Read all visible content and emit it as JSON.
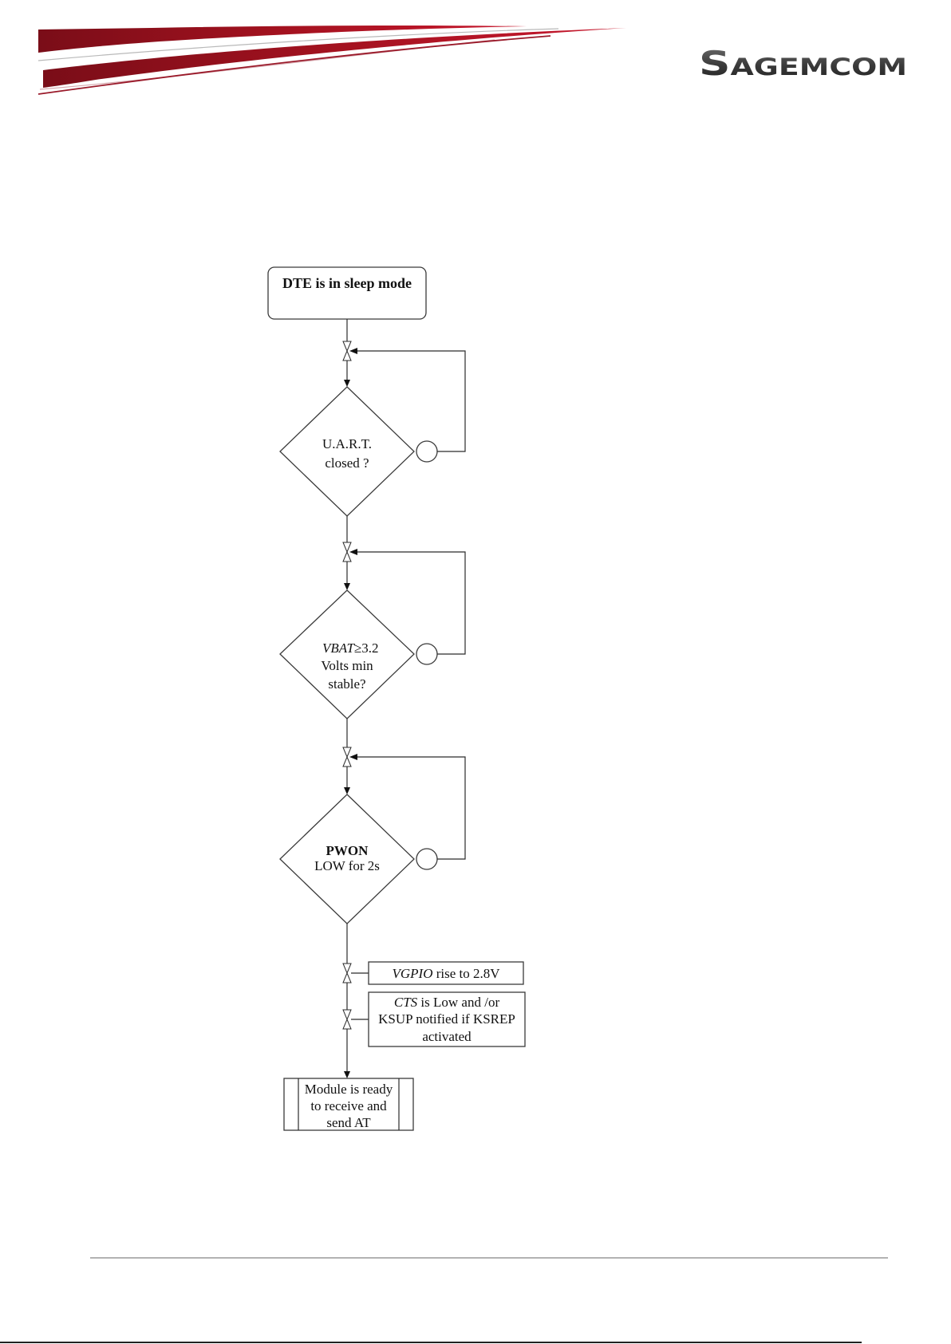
{
  "header": {
    "logo": "Sagemcom"
  },
  "flowchart": {
    "start": "DTE is in sleep mode",
    "decision_1": [
      "U.A.R.T.",
      "closed ?"
    ],
    "decision_2": {
      "line_1_italic": "VBAT",
      "line_1_rest": "≥3.2",
      "line_2": "Volts min",
      "line_3": "stable?"
    },
    "decision_3": {
      "line_1": "PWON",
      "line_2": "LOW for 2s"
    },
    "step_vgpio": {
      "italic": "VGPIO",
      "rest": " rise to 2.8V"
    },
    "step_cts": {
      "line_1_italic": "CTS",
      "line_1_rest": " is Low and /or",
      "line_2": "KSUP notified if KSREP",
      "line_3": "activated"
    },
    "end": [
      "Module is ready",
      "to receive and",
      "send AT"
    ]
  },
  "colors": {
    "brand_red": "#b5142a",
    "brand_red_dark": "#7a0d18",
    "logo_gray": "#3a3a3a"
  }
}
